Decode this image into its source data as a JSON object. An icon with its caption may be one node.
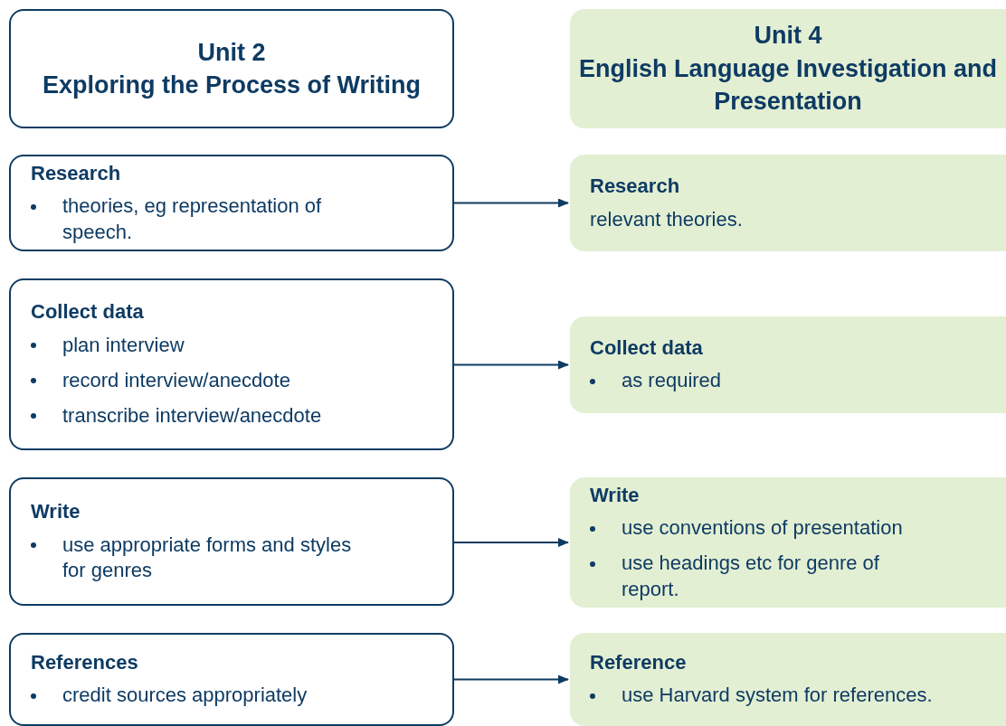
{
  "diagram": {
    "nodes": [
      {
        "text": [
          "Unit 2",
          "Exploring the Process of Writing"
        ]
      },
      {
        "text": [
          "Unit 4",
          "English Language Investigation and Presentation"
        ]
      },
      {
        "text": [
          "Research",
          "theories, eg representation of speech."
        ]
      },
      {
        "text": [
          "Research",
          "relevant theories."
        ]
      },
      {
        "text": [
          "Collect data",
          "plan interview",
          "record interview/anecdote",
          "transcribe interview/anecdote"
        ]
      },
      {
        "text": [
          "Collect data",
          "as required"
        ]
      },
      {
        "text": [
          "Write",
          "use appropriate forms and styles for genres"
        ]
      },
      {
        "text": [
          "Write",
          "use conventions of presentation",
          "use headings etc for genre of report."
        ]
      },
      {
        "text": [
          "References",
          "credit sources appropriately"
        ]
      },
      {
        "text": [
          "Reference",
          "use Harvard system for references."
        ]
      }
    ],
    "edges": [
      {
        "from": 2,
        "to": 3,
        "arrow": "to"
      },
      {
        "from": 4,
        "to": 5,
        "arrow": "to"
      },
      {
        "from": 6,
        "to": 7,
        "arrow": "to"
      },
      {
        "from": 8,
        "to": 9,
        "arrow": "to"
      }
    ]
  }
}
